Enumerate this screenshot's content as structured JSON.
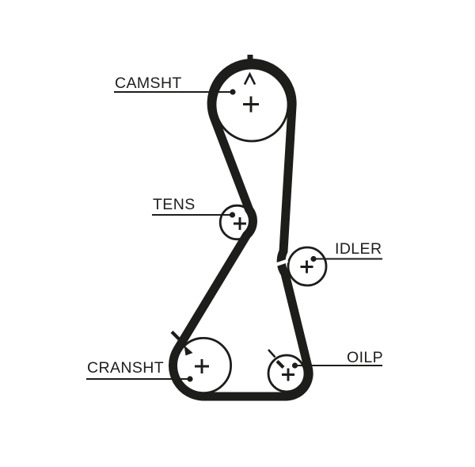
{
  "diagram": {
    "type": "timing-belt-routing",
    "colors": {
      "ink": "#1d1d1b",
      "background": "#ffffff"
    },
    "pulleys": [
      {
        "id": "camshaft",
        "label": "CAMSHT",
        "marks": [
          "timing-notch",
          "caret"
        ]
      },
      {
        "id": "tensioner",
        "label": "TENS",
        "marks": []
      },
      {
        "id": "idler",
        "label": "IDLER",
        "marks": []
      },
      {
        "id": "crankshaft",
        "label": "CRANSHT",
        "marks": [
          "tick",
          "arrow"
        ]
      },
      {
        "id": "oil-pump",
        "label": "OILP",
        "marks": [
          "tick",
          "notch"
        ]
      }
    ],
    "center_symbol": "+",
    "cam_caret_symbol": "^"
  }
}
